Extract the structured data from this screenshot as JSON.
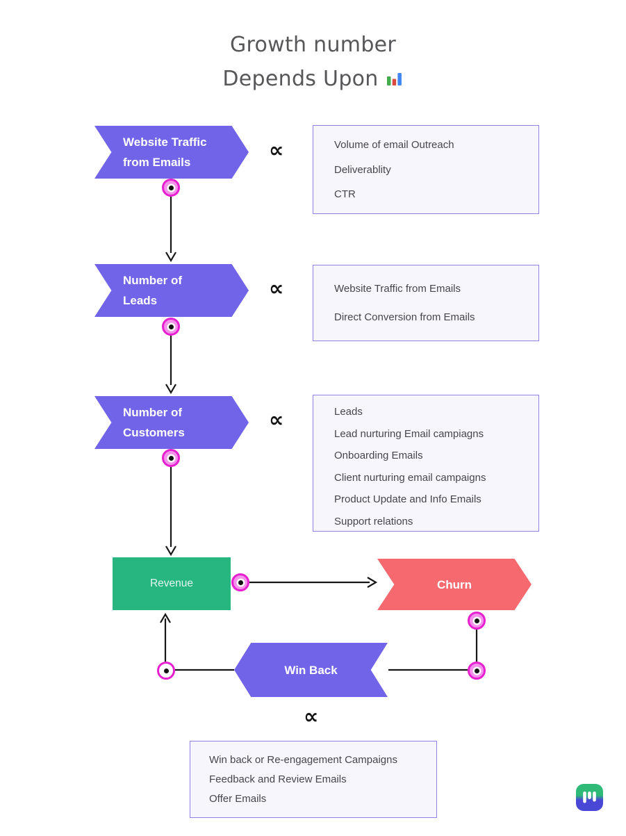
{
  "title": {
    "line1": "Growth number",
    "line2": "Depends Upon"
  },
  "symbols": {
    "proportional": "∝"
  },
  "rows": [
    {
      "node_line1": "Website Traffic",
      "node_line2": "from Emails",
      "factors": [
        "Volume of email Outreach",
        "Deliverablity",
        "CTR"
      ]
    },
    {
      "node_line1": "Number of",
      "node_line2": "Leads",
      "factors": [
        "Website Traffic from Emails",
        "Direct Conversion from Emails"
      ]
    },
    {
      "node_line1": "Number of",
      "node_line2": "Customers",
      "factors": [
        "Leads",
        "Lead nurturing Email campiagns",
        "Onboarding Emails",
        "Client nurturing email campaigns",
        "Product Update and Info Emails",
        "Support relations"
      ]
    }
  ],
  "bottom": {
    "revenue_label": "Revenue",
    "churn_label": "Churn",
    "win_back_label": "Win Back",
    "factors": [
      "Win back or Re-engagement Campaigns",
      "Feedback and Review Emails",
      "Offer Emails"
    ]
  },
  "icons": {
    "title_emoji": "bar-chart-emoji",
    "brand_logo": "mailmodo-bars-logo"
  },
  "colors": {
    "node_purple": "#7164E8",
    "churn_red": "#F5696F",
    "revenue_green": "#27B580",
    "connector_magenta": "#E620D0",
    "connector_fill": "#F590EB",
    "box_border": "#8F82E4",
    "box_background": "#F7F6FC",
    "line_black": "#161616",
    "title_gray": "#57575a"
  }
}
